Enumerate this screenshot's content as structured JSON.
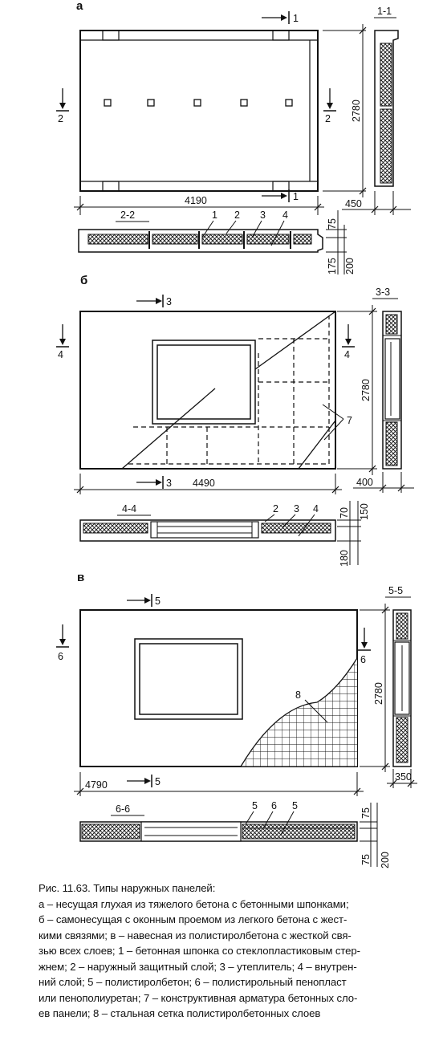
{
  "panels": {
    "a": {
      "letter": "а",
      "width": "4190",
      "height": "2780",
      "thickness": "450",
      "section_front": "1",
      "section_top": "2",
      "section_front_title": "1-1",
      "section_top_title": "2-2",
      "layer_callouts": [
        "1",
        "2",
        "3",
        "4"
      ],
      "dims_side": [
        "75",
        "175",
        "200"
      ]
    },
    "b": {
      "letter": "б",
      "width": "4490",
      "height": "2780",
      "thickness": "400",
      "section_front": "3",
      "section_top": "4",
      "section_front_title": "3-3",
      "section_top_title": "4-4",
      "callout_rebar": "7",
      "layer_callouts": [
        "2",
        "3",
        "4"
      ],
      "dims_side": [
        "70",
        "150",
        "180"
      ]
    },
    "c": {
      "letter": "в",
      "width": "4790",
      "height": "2780",
      "thickness": "350",
      "section_front": "5",
      "section_top": "6",
      "section_front_title": "5-5",
      "section_top_title": "6-6",
      "callout_mesh": "8",
      "layer_callouts": [
        "5",
        "6",
        "5"
      ],
      "dims_side": [
        "75",
        "75",
        "200"
      ]
    }
  },
  "caption": {
    "lines": [
      "Рис. 11.63. Типы наружных панелей:",
      "а – несущая глухая из тяжелого бетона с бетонными шпонками;",
      "б – самонесущая с оконным проемом из легкого бетона с жест-",
      "кими связями; в – навесная из полистиролбетона с жесткой свя-",
      "зью всех слоев; 1 – бетонная шпонка со стеклопластиковым стер-",
      "жнем; 2 – наружный защитный слой; 3 – утеплитель; 4 – внутрен-",
      "ний слой; 5 – полистиролбетон; 6 – полистирольный пенопласт",
      "или пенополиуретан; 7 – конструктивная арматура бетонных сло-",
      "ев панели; 8 – стальная сетка полистиролбетонных слоев"
    ]
  }
}
